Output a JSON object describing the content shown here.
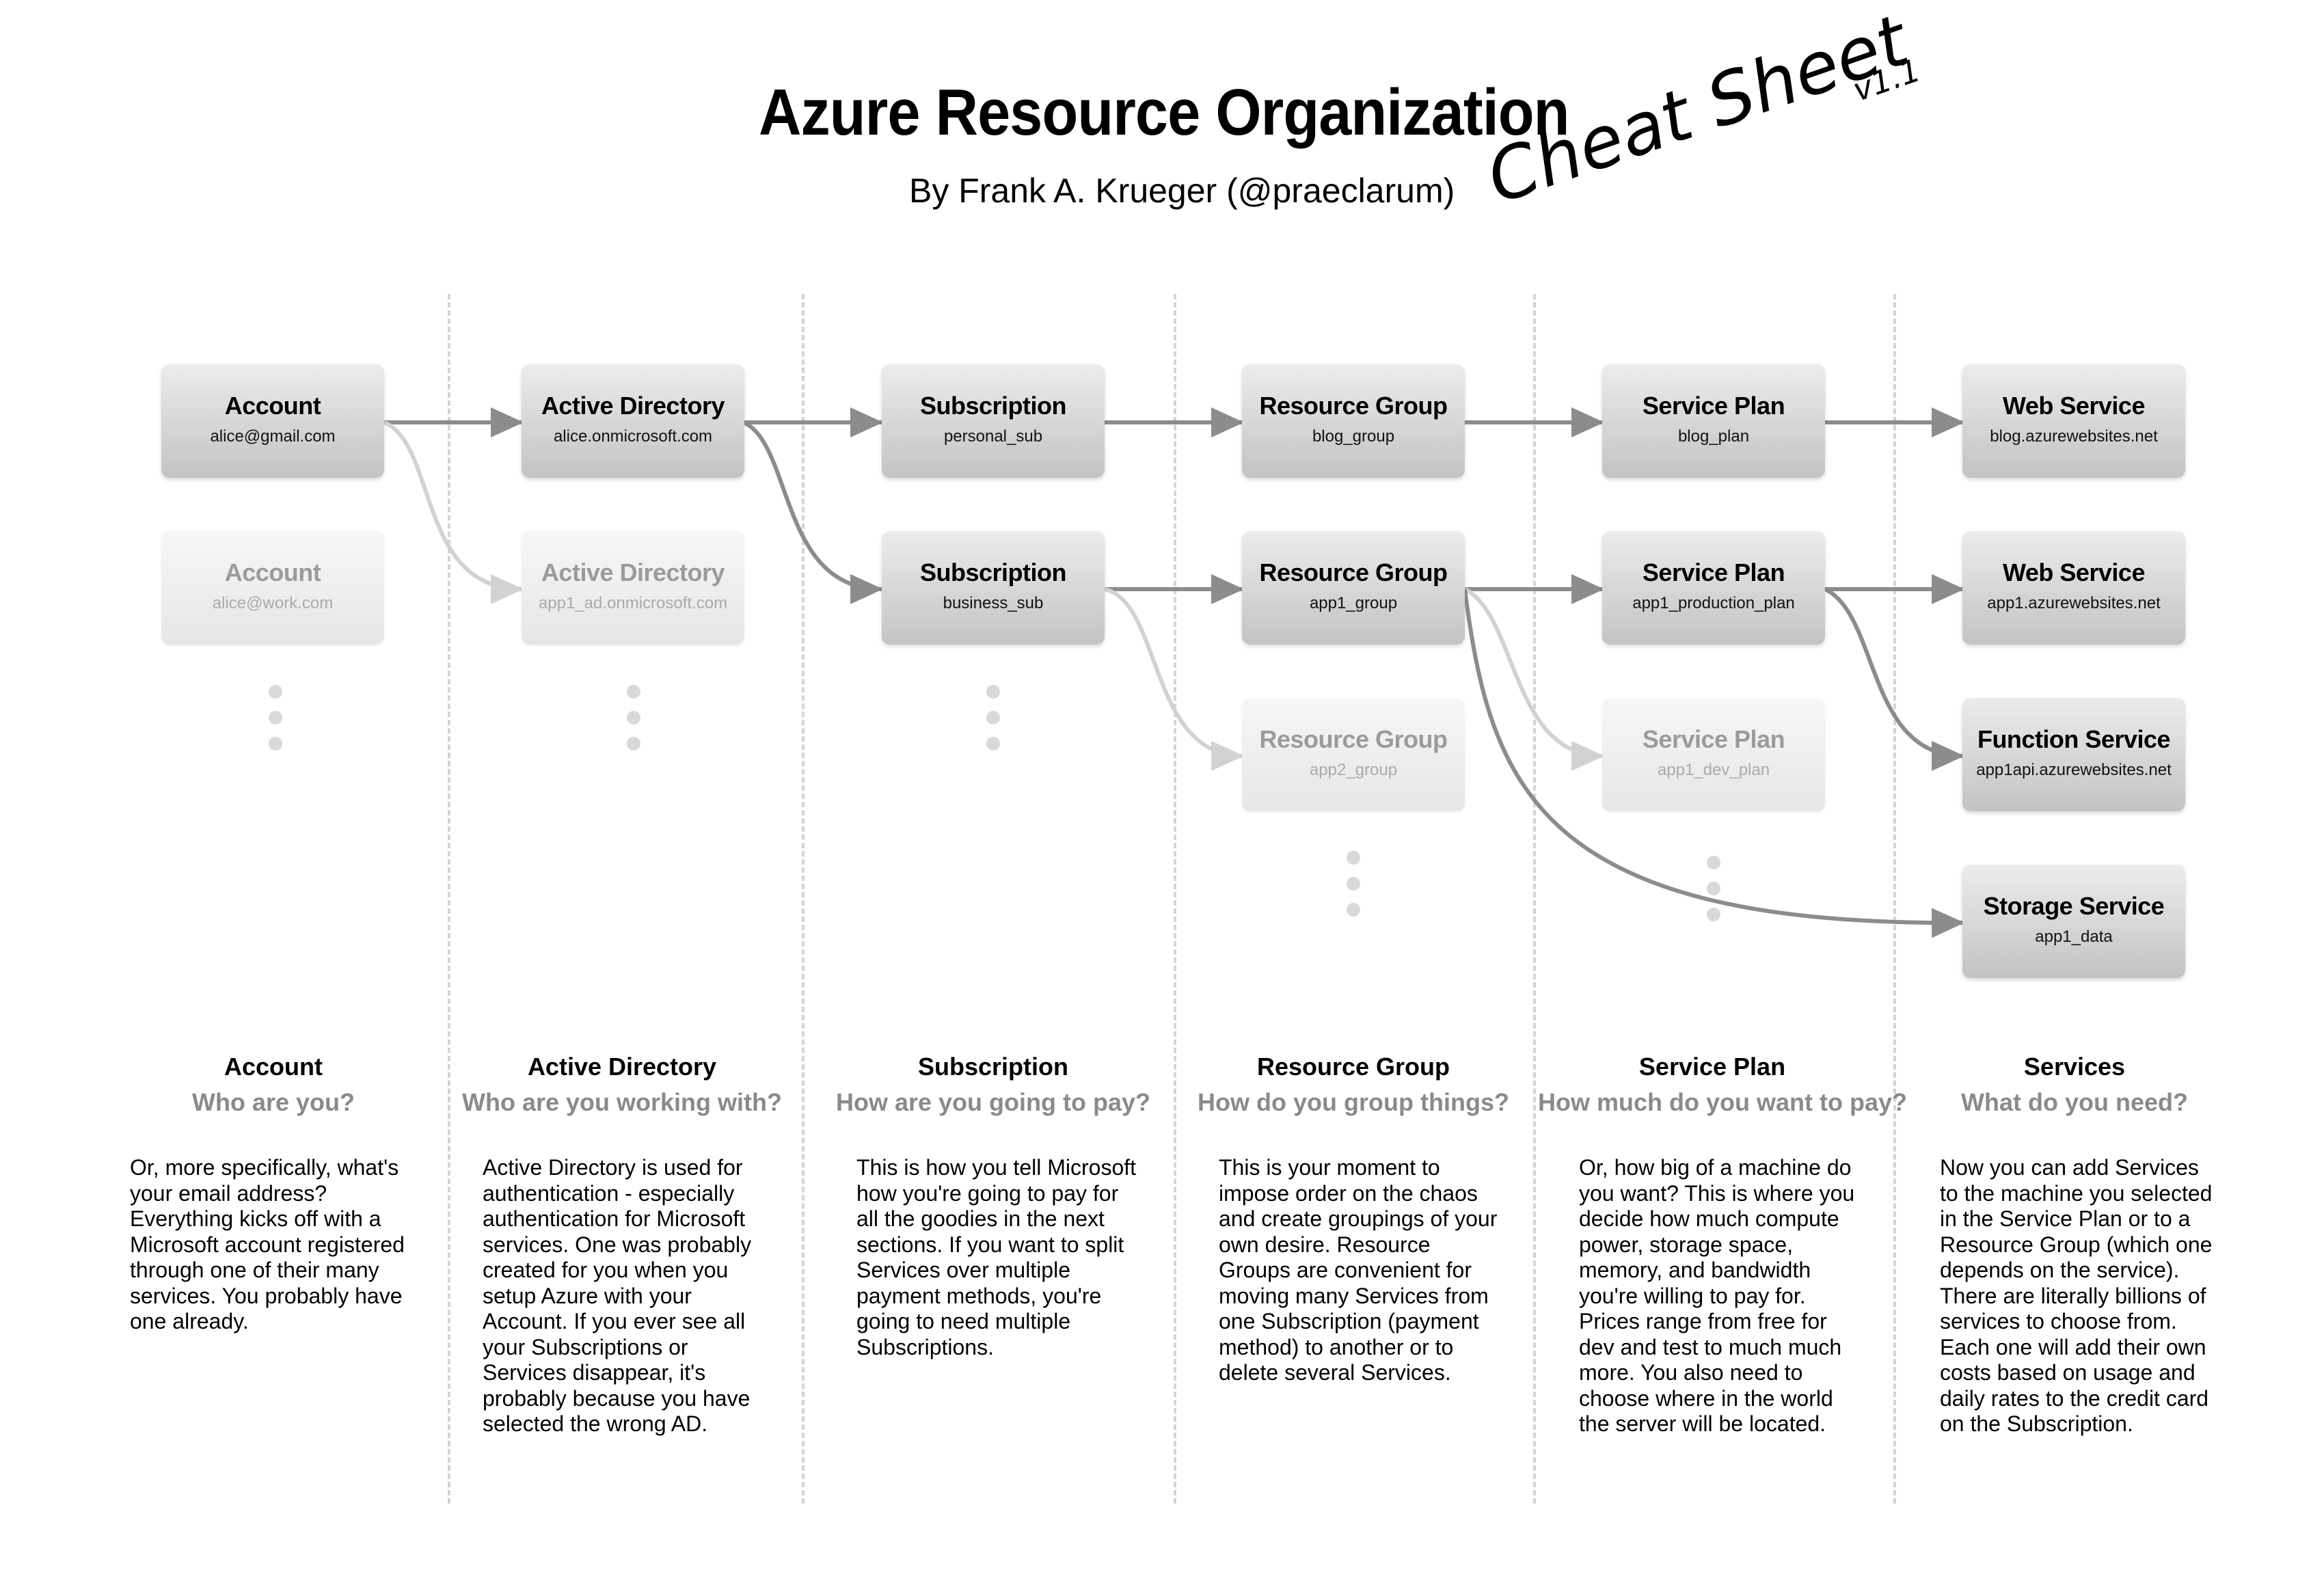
{
  "title": "Azure Resource Organization",
  "byline": "By Frank A. Krueger (@praeclarum)",
  "cheat_sheet": "Cheat Sheet",
  "version": "v1.1",
  "nodes": {
    "account_gmail": {
      "title": "Account",
      "sub": "alice@gmail.com"
    },
    "account_work": {
      "title": "Account",
      "sub": "alice@work.com"
    },
    "ad_main": {
      "title": "Active Directory",
      "sub": "alice.onmicrosoft.com"
    },
    "ad_app1": {
      "title": "Active Directory",
      "sub": "app1_ad.onmicrosoft.com"
    },
    "sub_personal": {
      "title": "Subscription",
      "sub": "personal_sub"
    },
    "sub_business": {
      "title": "Subscription",
      "sub": "business_sub"
    },
    "rg_blog": {
      "title": "Resource Group",
      "sub": "blog_group"
    },
    "rg_app1": {
      "title": "Resource Group",
      "sub": "app1_group"
    },
    "rg_app2": {
      "title": "Resource Group",
      "sub": "app2_group"
    },
    "plan_blog": {
      "title": "Service Plan",
      "sub": "blog_plan"
    },
    "plan_app1_prod": {
      "title": "Service Plan",
      "sub": "app1_production_plan"
    },
    "plan_app1_dev": {
      "title": "Service Plan",
      "sub": "app1_dev_plan"
    },
    "web_blog": {
      "title": "Web Service",
      "sub": "blog.azurewebsites.net"
    },
    "web_app1": {
      "title": "Web Service",
      "sub": "app1.azurewebsites.net"
    },
    "func_app1": {
      "title": "Function Service",
      "sub": "app1api.azurewebsites.net"
    },
    "storage_app1": {
      "title": "Storage Service",
      "sub": "app1_data"
    }
  },
  "columns": [
    {
      "title": "Account",
      "question": "Who are you?",
      "lines": [
        "Or, more specifically, what's",
        "your email address?",
        "Everything kicks off with a",
        "Microsoft account registered",
        "through one of their many",
        "services. You probably have",
        "one already."
      ]
    },
    {
      "title": "Active Directory",
      "question": "Who are you working with?",
      "lines": [
        "Active Directory is used for",
        "authentication - especially",
        "authentication for Microsoft",
        "services. One was probably",
        "created for you when you",
        "setup Azure with your",
        "Account. If you ever see all",
        "your Subscriptions or",
        "Services disappear, it's",
        "probably because you have",
        "selected the wrong AD."
      ]
    },
    {
      "title": "Subscription",
      "question": "How are you going to pay?",
      "lines": [
        "This is how you tell Microsoft",
        "how you're going to pay for",
        "all the goodies in the next",
        "sections. If you want to split",
        "Services over multiple",
        "payment methods, you're",
        "going to need multiple",
        "Subscriptions."
      ]
    },
    {
      "title": "Resource Group",
      "question": "How do you group things?",
      "lines": [
        "This is your moment to",
        "impose order on the chaos",
        "and create groupings of your",
        "own desire. Resource",
        "Groups are convenient for",
        "moving many Services from",
        "one Subscription (payment",
        "method) to another or to",
        "delete several Services."
      ]
    },
    {
      "title": "Service Plan",
      "question": "How much do you want to pay?",
      "lines": [
        "Or, how big of a machine do",
        "you want? This is where you",
        "decide how much compute",
        "power, storage space,",
        "memory, and bandwidth",
        "you're willing to pay for.",
        "Prices range from free for",
        "dev and test to much much",
        "more. You also need to",
        "choose where in the world",
        "the server will be located."
      ]
    },
    {
      "title": "Services",
      "question": "What do you need?",
      "lines": [
        "Now you can add Services",
        "to the machine you selected",
        "in the Service Plan or to a",
        "Resource Group (which one",
        "depends on the service).",
        "There are literally billions of",
        "services to choose from.",
        "Each one will add their own",
        "costs based on usage and",
        "daily rates to the credit card",
        "on the Subscription."
      ]
    }
  ]
}
